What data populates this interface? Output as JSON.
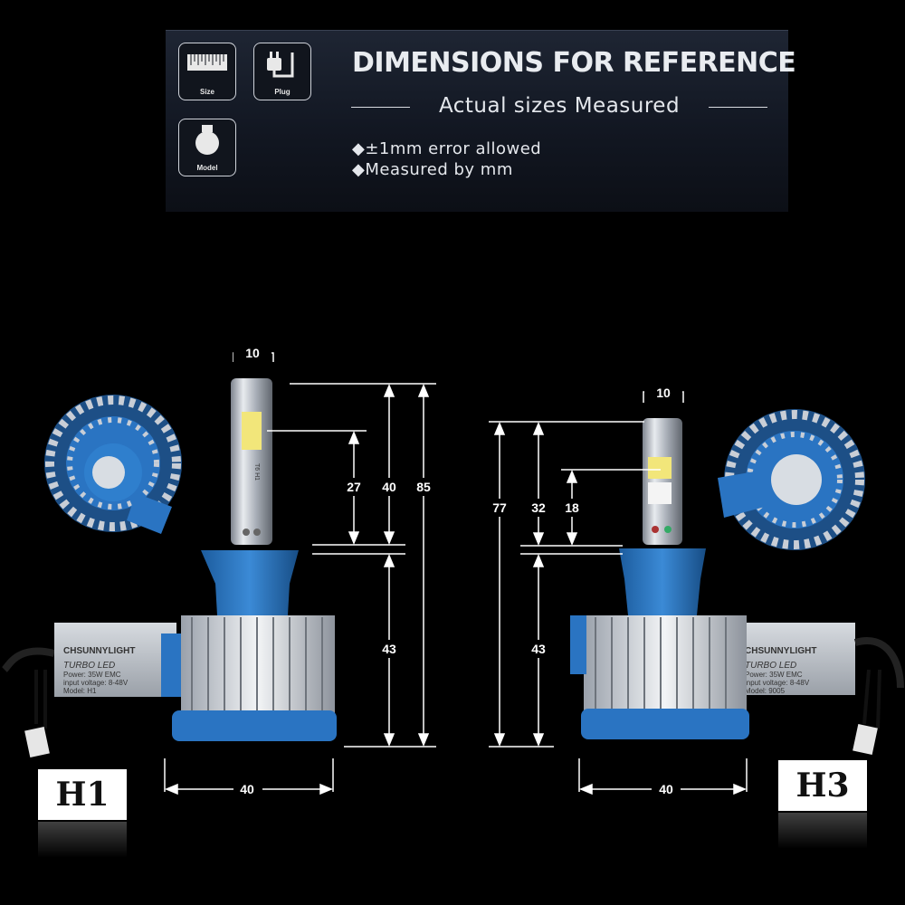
{
  "header": {
    "title": "DIMENSIONS FOR REFERENCE",
    "subtitle": "Actual sizes Measured",
    "bullets": [
      "±1mm error allowed",
      "Measured by mm"
    ],
    "bullet_glyph": "◆",
    "icons": [
      {
        "name": "ruler-icon",
        "label": "Size"
      },
      {
        "name": "plug-icon",
        "label": "Plug"
      },
      {
        "name": "bulb-base-icon",
        "label": "Model"
      }
    ]
  },
  "h1": {
    "tag": "H1",
    "dims": {
      "width_top": "10",
      "d27": "27",
      "d40": "40",
      "d85": "85",
      "d43": "43",
      "width_base": "40"
    },
    "driver": {
      "brand": "CHSUNNYLIGHT",
      "line1": "TURBO LED",
      "line2": "Power: 35W  EMC",
      "line3": "input voltage: 8-48V",
      "line4": "Model: H1"
    },
    "chip_label": "T6 H1"
  },
  "h3": {
    "tag": "H3",
    "dims": {
      "width_top": "10",
      "d77": "77",
      "d32": "32",
      "d18": "18",
      "d43": "43",
      "width_base": "40"
    },
    "driver": {
      "brand": "CHSUNNYLIGHT",
      "line1": "TURBO LED",
      "line2": "Power: 35W  EMC",
      "line3": "input voltage: 8-48V",
      "line4": "Model: 9005"
    }
  },
  "colors": {
    "accent_blue": "#2a74c2",
    "silver": "#c9ced6",
    "background": "#000000"
  }
}
